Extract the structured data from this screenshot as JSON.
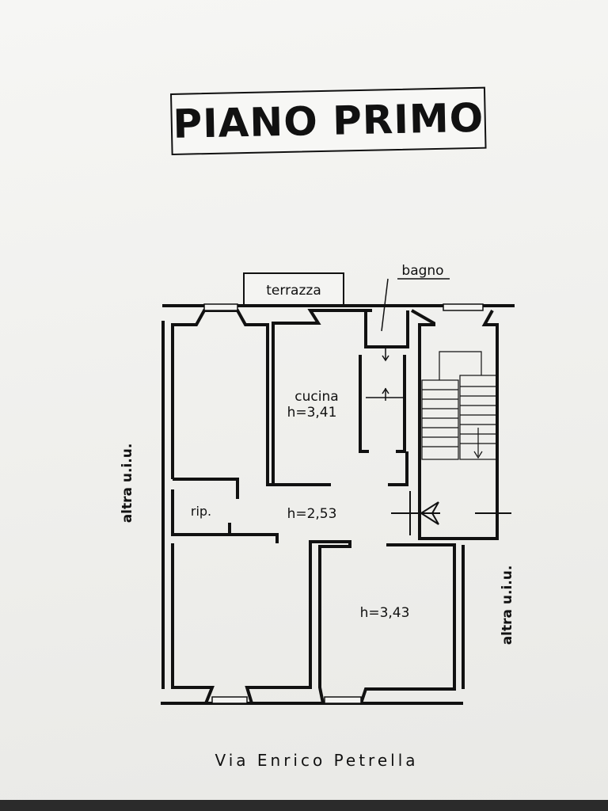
{
  "title": "PIANO PRIMO",
  "rooms": {
    "terrazza": "terrazza",
    "bagno": "bagno",
    "cucina": "cucina",
    "cucina_height": "h=3,41",
    "ripostiglio": "rip.",
    "corridor_height": "h=2,53",
    "room_height": "h=3,43"
  },
  "adjacent_left": "altra u.i.u.",
  "adjacent_right": "altra u.i.u.",
  "street": "Via Enrico Petrella",
  "colors": {
    "ink": "#111111",
    "paper": "#f2f2f0",
    "background": "#2b2b2b"
  }
}
